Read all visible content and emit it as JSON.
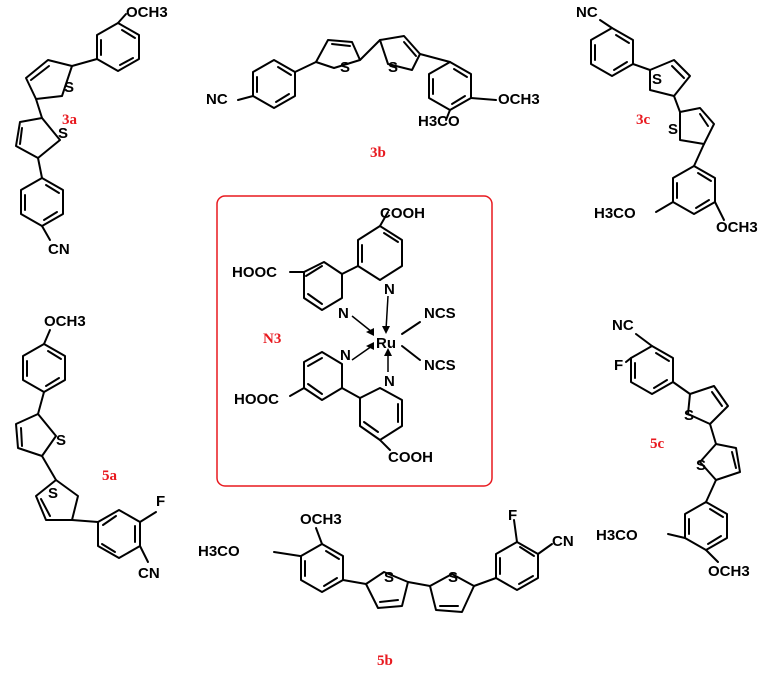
{
  "compounds": {
    "c3a": {
      "id": "3a",
      "donor": "OCH3",
      "acceptor": "CN"
    },
    "c3b": {
      "id": "3b",
      "acceptor": "NC",
      "donor1": "OCH3",
      "donor2": "H3CO"
    },
    "c3c": {
      "id": "3c",
      "acceptor": "NC",
      "donor1": "H3CO",
      "donor2": "OCH3"
    },
    "c5a": {
      "id": "5a",
      "donor": "OCH3",
      "fluoro": "F",
      "acceptor": "CN"
    },
    "c5b": {
      "id": "5b",
      "donor1": "OCH3",
      "donor2": "H3CO",
      "fluoro": "F",
      "acceptor": "CN"
    },
    "c5c": {
      "id": "5c",
      "acceptor": "NC",
      "fluoro": "F",
      "donor1": "H3CO",
      "donor2": "OCH3"
    }
  },
  "n3": {
    "id": "N3",
    "metal": "Ru",
    "ligand_top": "COOH",
    "ligand_left": "HOOC",
    "ligand_left2": "HOOC",
    "ligand_bottom": "COOH",
    "ncs1": "NCS",
    "ncs2": "NCS",
    "nitrogen": "N",
    "colors": {
      "frame": "#e8191f",
      "label": "#e8191f"
    }
  },
  "sulfur": "S",
  "subscripts": {
    "three": "3"
  }
}
